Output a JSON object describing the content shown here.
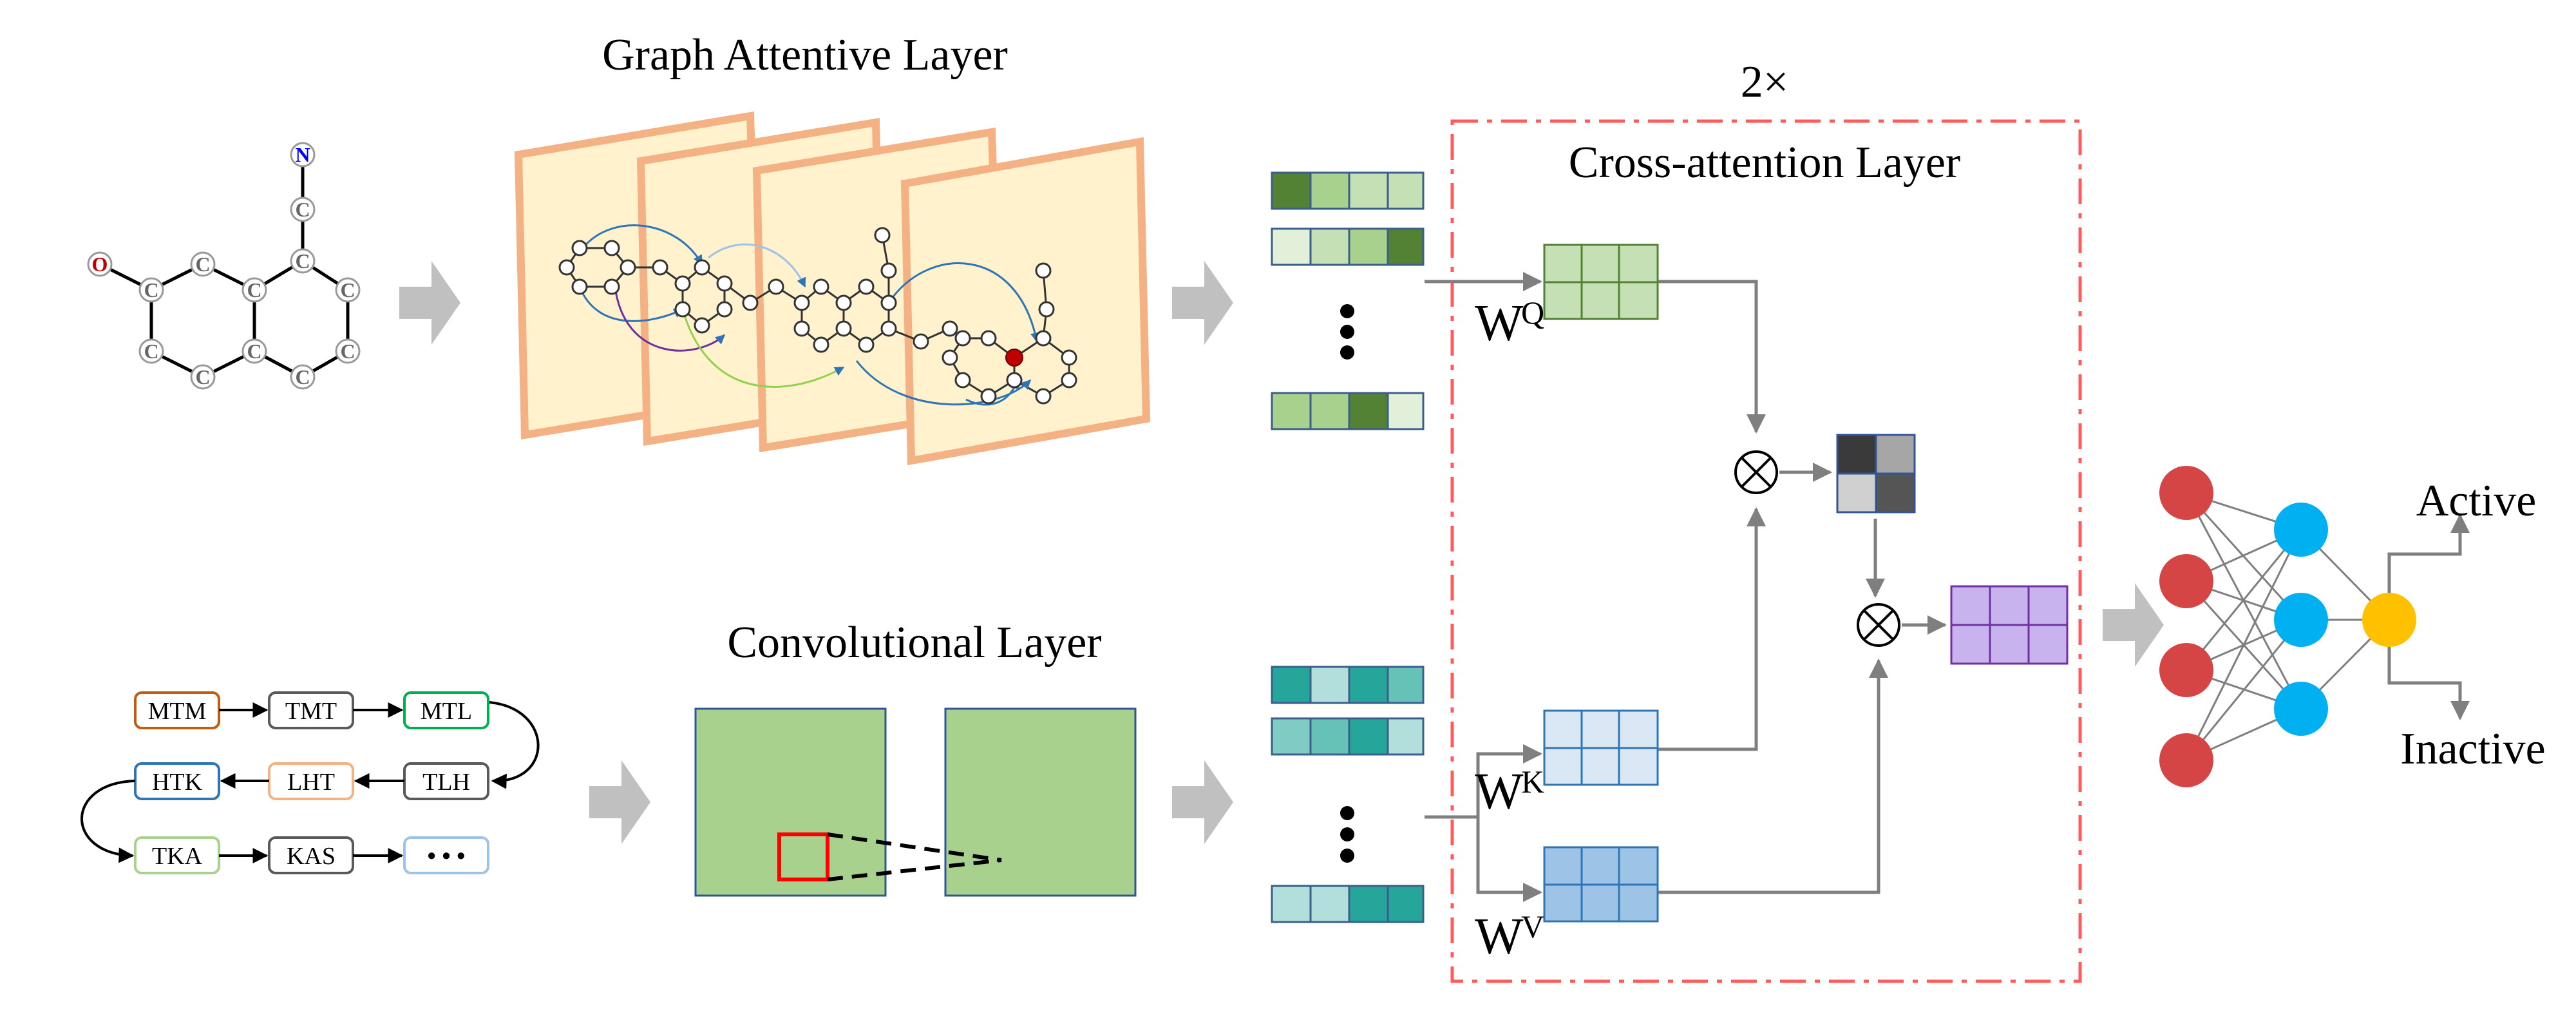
{
  "titles": {
    "graph_attentive": "Graph Attentive Layer",
    "convolutional": "Convolutional Layer",
    "cross_attention": "Cross-attention Layer",
    "repeat": "2×"
  },
  "molecule": {
    "atoms": [
      "N",
      "C",
      "O",
      "C",
      "C",
      "C",
      "C",
      "C",
      "C",
      "C",
      "C",
      "C",
      "C"
    ]
  },
  "sequence": {
    "tokens": [
      "MTM",
      "TMT",
      "MTL",
      "HTK",
      "LHT",
      "TLH",
      "TKA",
      "KAS",
      "• • •"
    ]
  },
  "weights": {
    "w": "W",
    "q": "Q",
    "k": "K",
    "v": "V"
  },
  "operators": {
    "multiply": "⊗"
  },
  "outputs": {
    "active": "Active",
    "inactive": "Inactive"
  },
  "colors": {
    "graph_layer_fill": "#fff2cc",
    "graph_layer_border": "#f4b183",
    "conv_layer_fill": "#a9d18e",
    "conv_layer_border": "#2f5597",
    "cross_attention_border": "#ff5b5b",
    "query_fill": "#c5e0b4",
    "key_fill": "#dae8f5",
    "value_fill": "#9dc3e6",
    "output_fill": "#c9b3ee",
    "node_red": "#d64545",
    "node_blue": "#00b0f0",
    "node_yellow": "#ffc000",
    "arrow_gray": "#c0c0c0",
    "line_gray": "#7f7f7f"
  }
}
